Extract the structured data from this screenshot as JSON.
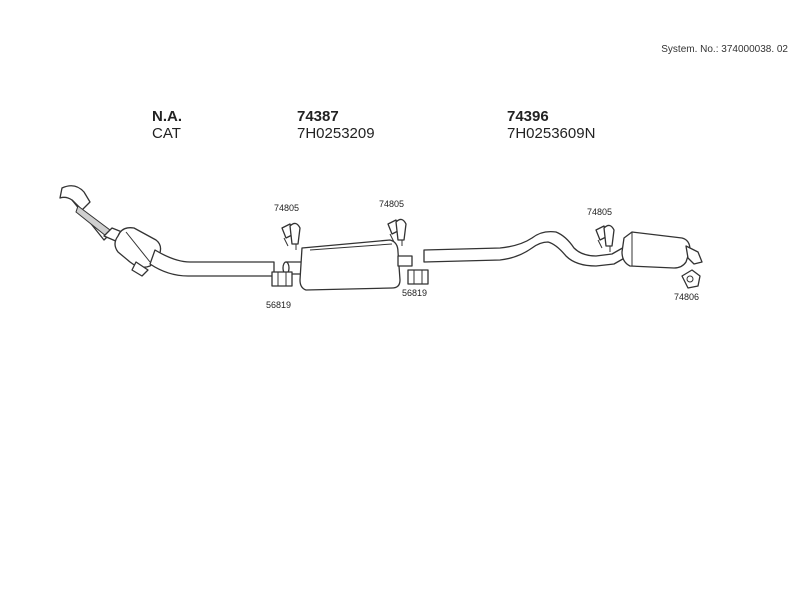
{
  "system": {
    "label": "System. No.: 374000038. 02"
  },
  "groups": [
    {
      "code": "N.A.",
      "name": "CAT"
    },
    {
      "code": "74387",
      "name": "7H0253209"
    },
    {
      "code": "74396",
      "name": "7H0253609N"
    }
  ],
  "part_labels": {
    "clamp_left": "74805",
    "clamp_mid": "74805",
    "clamp_right": "74805",
    "sleeve_left": "56819",
    "sleeve_mid": "56819",
    "hanger": "74806"
  }
}
